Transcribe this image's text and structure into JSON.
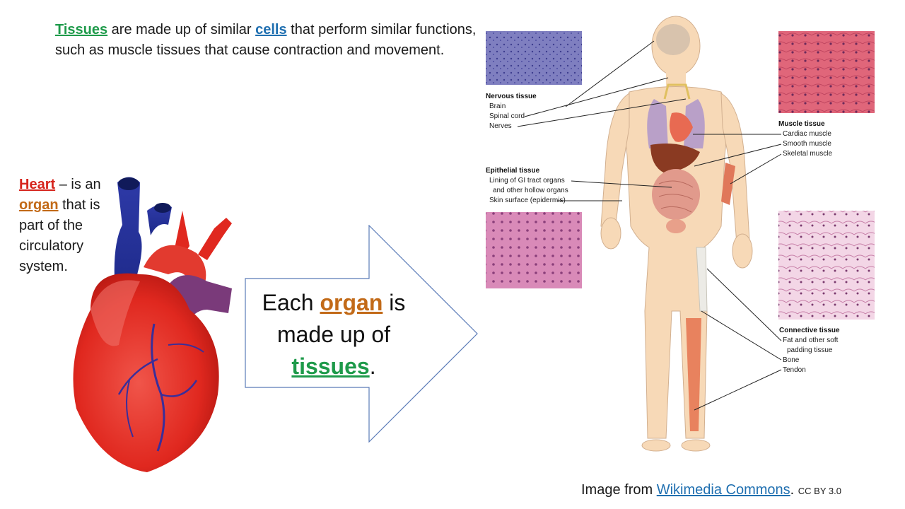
{
  "intro": {
    "kw_tissues": "Tissues",
    "t1": " are made up of similar ",
    "kw_cells": "cells",
    "t2": " that perform similar functions, such as muscle tissues that cause contraction and movement."
  },
  "heart_note": {
    "kw_heart": "Heart",
    "t1": " – is an ",
    "kw_organ": "organ",
    "t2": " that is part of the circulatory system."
  },
  "arrow_text": {
    "t1": "Each ",
    "kw_organ": "organ",
    "t2": " is made up of ",
    "kw_tissues": "tissues",
    "t3": "."
  },
  "diagram": {
    "nervous": {
      "heading": "Nervous tissue",
      "items": [
        "Brain",
        "Spinal cord",
        "Nerves"
      ]
    },
    "epithelial": {
      "heading": "Epithelial tissue",
      "items": [
        "Lining of GI tract organs",
        "and other hollow organs",
        "Skin surface (epidermis)"
      ]
    },
    "muscle": {
      "heading": "Muscle tissue",
      "items": [
        "Cardiac muscle",
        "Smooth muscle",
        "Skeletal muscle"
      ]
    },
    "connective": {
      "heading": "Connective tissue",
      "items": [
        "Fat and other soft",
        "padding tissue",
        "Bone",
        "Tendon"
      ]
    }
  },
  "credit": {
    "prefix": "Image from ",
    "link": "Wikimedia Commons",
    "dot": ".",
    "license": "CC BY 3.0"
  },
  "colors": {
    "green": "#1e9a4a",
    "blue": "#1f6fb0",
    "red": "#d6241c",
    "orange": "#c26a18"
  }
}
